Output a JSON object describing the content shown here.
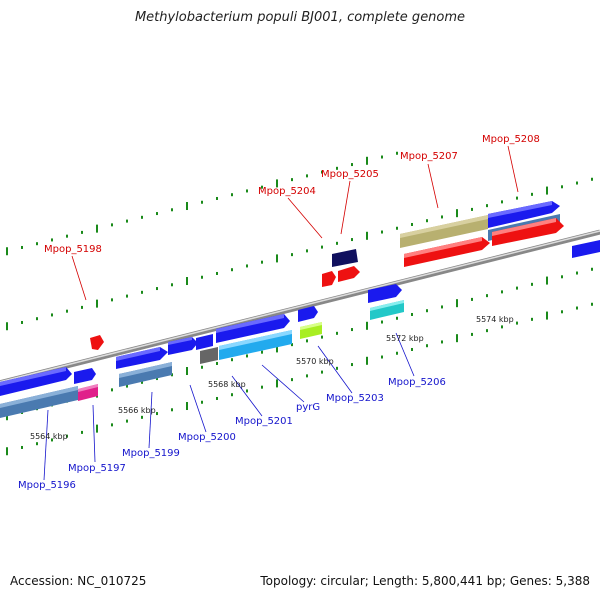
{
  "title": "Methylobacterium populi BJ001, complete genome",
  "footer": {
    "accession": "Accession: NC_010725",
    "summary": "Topology: circular; Length: 5,800,441 bp; Genes: 5,388"
  },
  "colors": {
    "blue": "#1a1aee",
    "steel": "#4a7ab0",
    "red": "#ee1111",
    "navy": "#10105e",
    "khaki": "#b8b070",
    "cyan": "#22c8c8",
    "sky": "#22aaee",
    "lime": "#a8ee22",
    "gray": "#666666",
    "magenta": "#e0208a",
    "tick": "#1a8a1a"
  },
  "scale_labels": [
    "5564 kbp",
    "5566 kbp",
    "5568 kbp",
    "5570 kbp",
    "5572 kbp",
    "5574 kbp"
  ],
  "labels_top": [
    "Mpop_5198",
    "Mpop_5204",
    "Mpop_5205",
    "Mpop_5207",
    "Mpop_5208"
  ],
  "labels_bottom": [
    "Mpop_5196",
    "Mpop_5197",
    "Mpop_5199",
    "Mpop_5200",
    "Mpop_5201",
    "pyrG",
    "Mpop_5203",
    "Mpop_5206"
  ]
}
